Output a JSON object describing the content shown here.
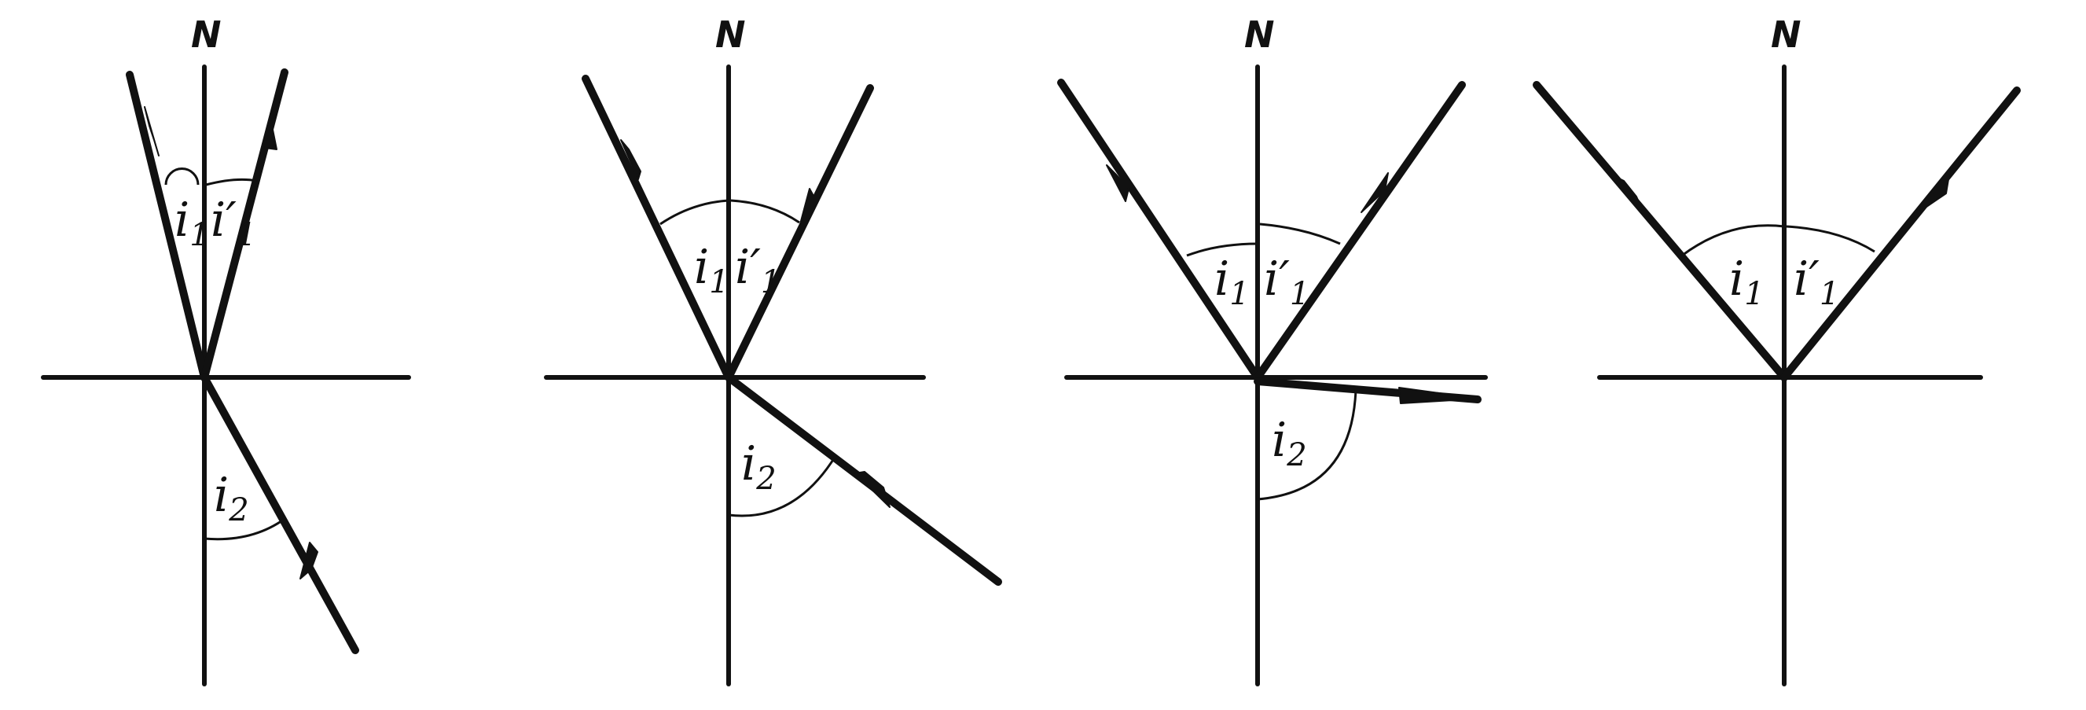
{
  "diagrams": [
    {
      "normal_label": "N",
      "incident_label": "i",
      "incident_sub": "1",
      "reflected_label": "i′",
      "reflected_sub": "1",
      "refracted_label": "i",
      "refracted_sub": "2"
    },
    {
      "normal_label": "N",
      "incident_label": "i",
      "incident_sub": "1",
      "reflected_label": "i′",
      "reflected_sub": "1",
      "refracted_label": "i",
      "refracted_sub": "2"
    },
    {
      "normal_label": "N",
      "incident_label": "i",
      "incident_sub": "1",
      "reflected_label": "i′",
      "reflected_sub": "1",
      "refracted_label": "i",
      "refracted_sub": "2"
    },
    {
      "normal_label": "N",
      "incident_label": "i",
      "incident_sub": "1",
      "reflected_label": "i′",
      "reflected_sub": "1"
    }
  ]
}
